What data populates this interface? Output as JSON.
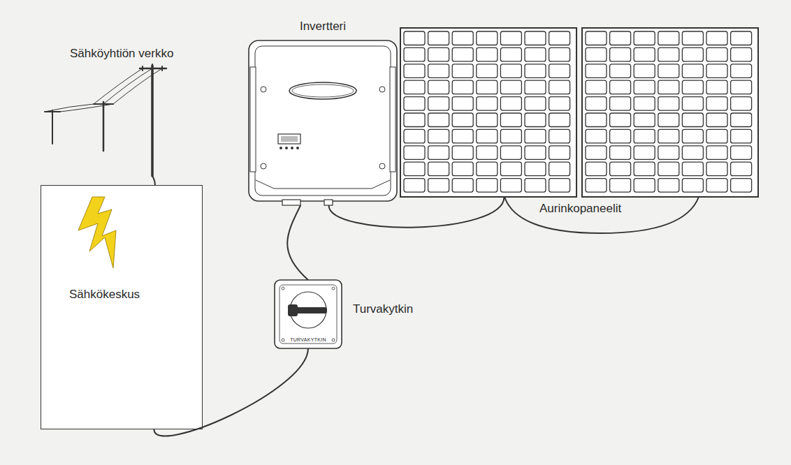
{
  "diagram": {
    "nodes": [
      {
        "text": [
          "Invertteri"
        ]
      },
      {
        "text": [
          "Aurinkopaneelit"
        ]
      },
      {
        "text": [
          "Sähkökeskus"
        ]
      },
      {
        "text": [
          "Turvakytkin",
          "TURVAKYTKIN"
        ]
      }
    ],
    "edges": [
      {
        "from": 0,
        "to": 1,
        "arrow": "none"
      },
      {
        "from": 2,
        "to": 3,
        "arrow": "none"
      },
      {
        "from": 3,
        "to": 0,
        "arrow": "none"
      }
    ],
    "labels": [
      "Sähköyhtiön verkko"
    ]
  }
}
